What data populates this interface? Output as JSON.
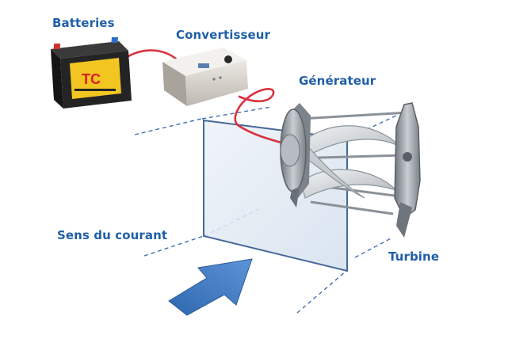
{
  "labels": {
    "batteries": "Batteries",
    "convertisseur": "Convertisseur",
    "generateur": "Générateur",
    "sens_du_courant": "Sens du courant",
    "turbine": "Turbine"
  },
  "battery_brand": "TC",
  "colors": {
    "label_text": "#1f5fa8",
    "cable": "#d8333f",
    "flow_arrow": "#3c78c0",
    "dashed_guides": "#3f6fb5",
    "frame_outline": "#274f86",
    "frame_fill": "#dde7f3",
    "battery_body": "#242424",
    "battery_label": "#f2c521",
    "converter_box": "#d7d3cd",
    "turbine_metal": "#9aa0a7"
  },
  "icons": [
    "battery-icon",
    "converter-box-icon",
    "generator-icon",
    "turbine-icon",
    "flow-arrow-icon"
  ]
}
